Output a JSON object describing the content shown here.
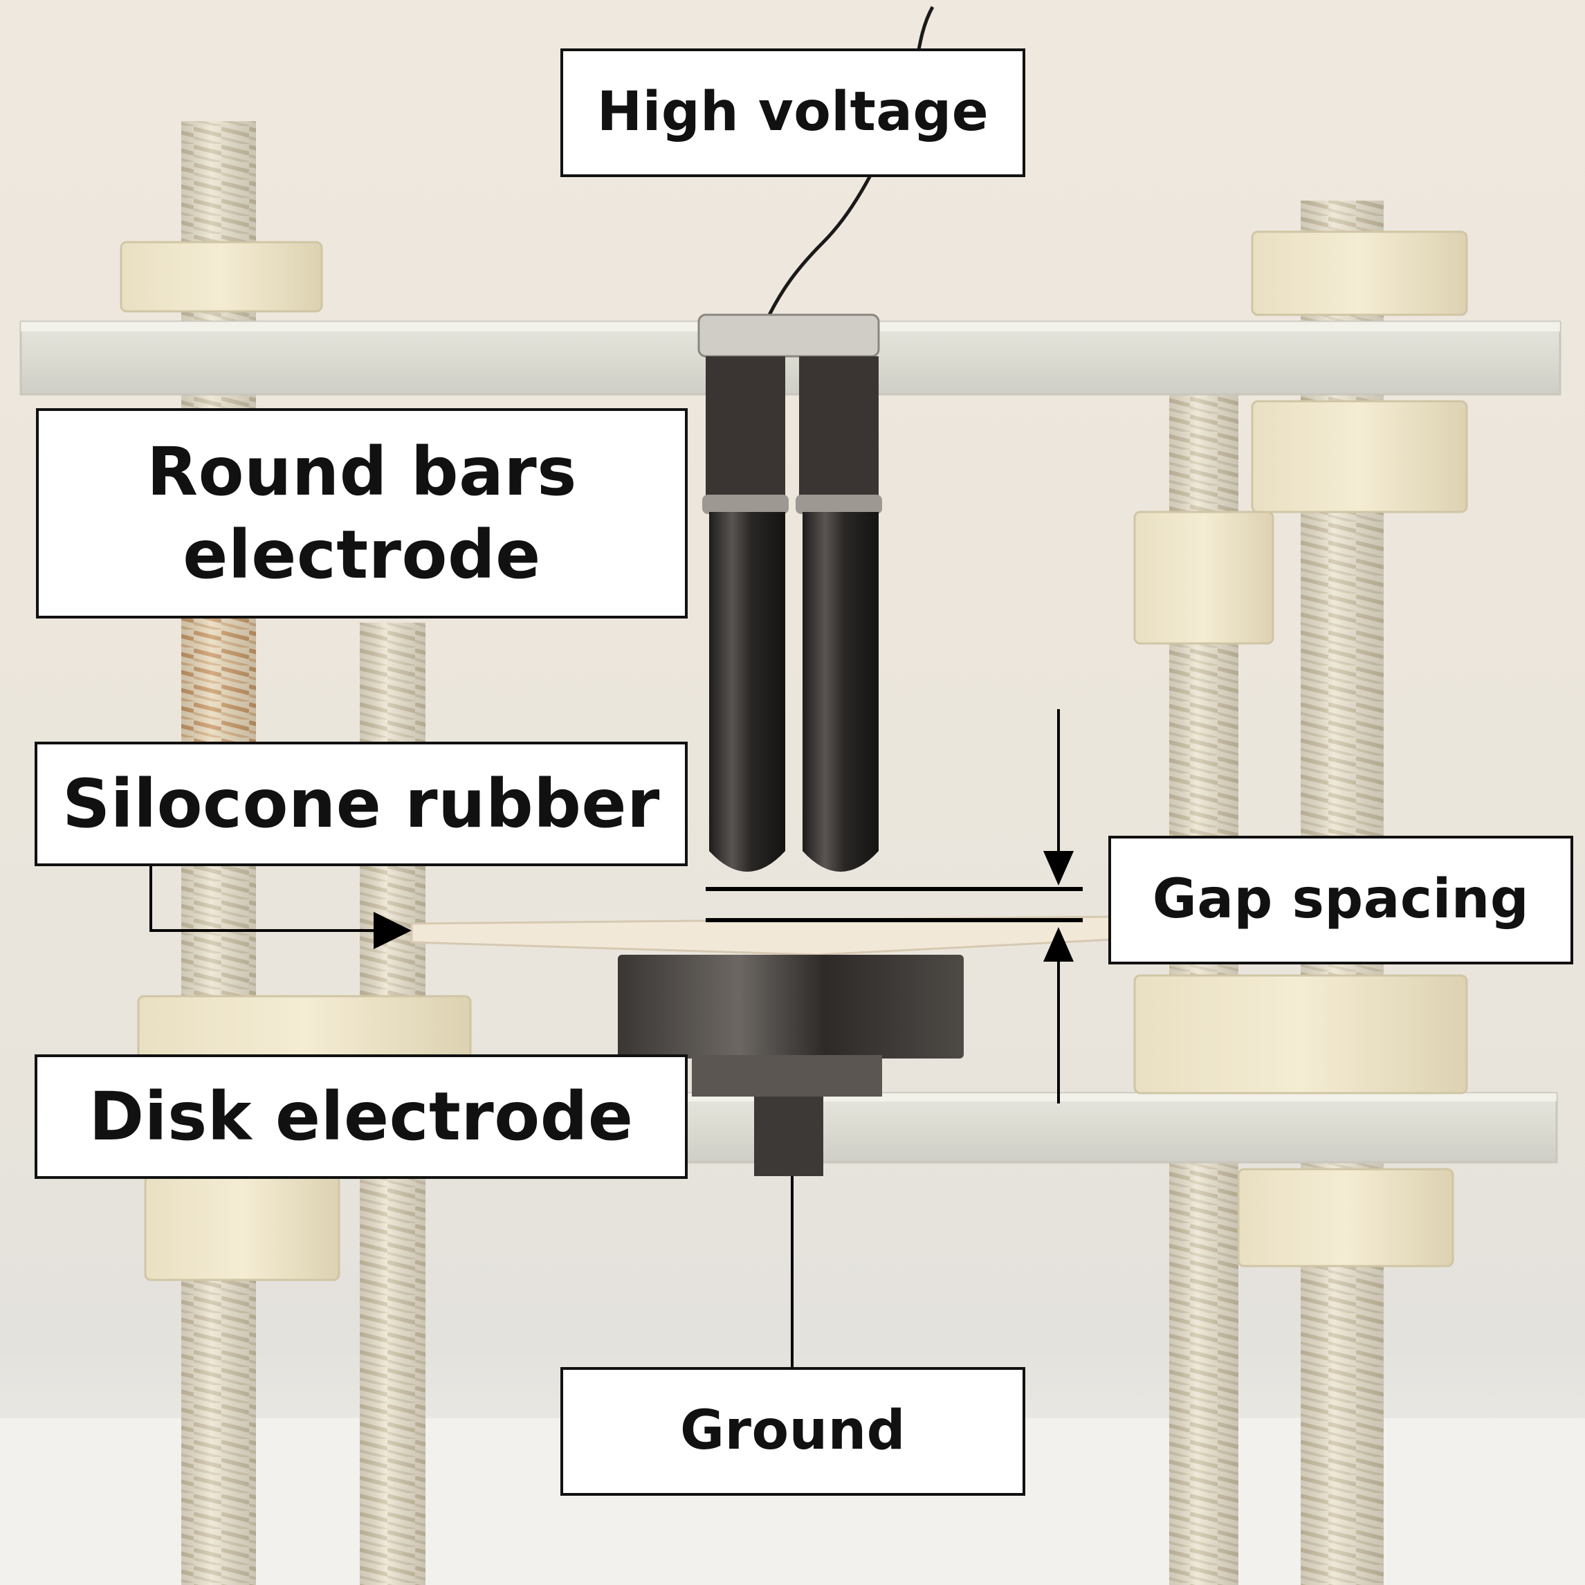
{
  "labels": {
    "high_voltage": "High voltage",
    "round_bars_line1": "Round bars",
    "round_bars_line2": "electrode",
    "silicone_rubber": "Silocone rubber",
    "gap_spacing": "Gap spacing",
    "disk_electrode": "Disk electrode",
    "ground": "Ground"
  },
  "colors": {
    "wall": "#ece6dc",
    "acrylic": "#e2e0d6",
    "threaded_rod": "#ebe3cf",
    "metal_electrode": "#2b2826",
    "rubber_sheet": "#f1e7d6",
    "label_border": "#111111"
  }
}
